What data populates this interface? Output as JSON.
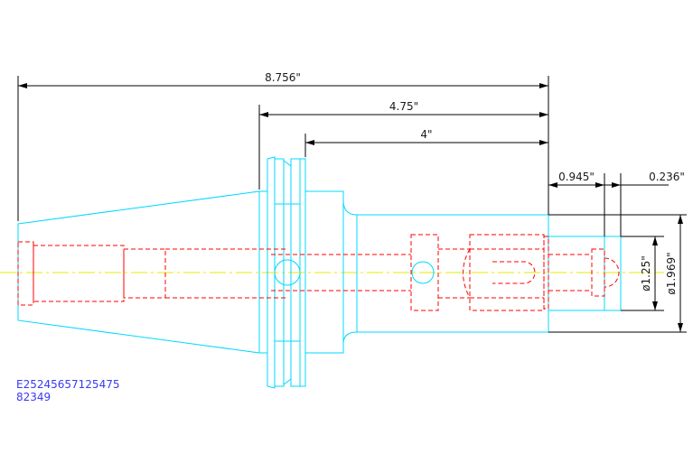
{
  "dimensions": {
    "overall_length": "8.756\"",
    "length_from_flange": "4.75\"",
    "length_from_face": "4\"",
    "nose_length": "0.945\"",
    "tip_length": "0.236\"",
    "bore_diameter": "ø1.25\"",
    "body_diameter": "ø1.969\""
  },
  "part": {
    "code_line1": "E25245657125475",
    "code_line2": "82349"
  },
  "colors": {
    "outline": "#00d8ff",
    "hidden": "#ff0000",
    "centerline": "#e8e800",
    "dimension": "#000000",
    "text": "#3a3af0"
  }
}
